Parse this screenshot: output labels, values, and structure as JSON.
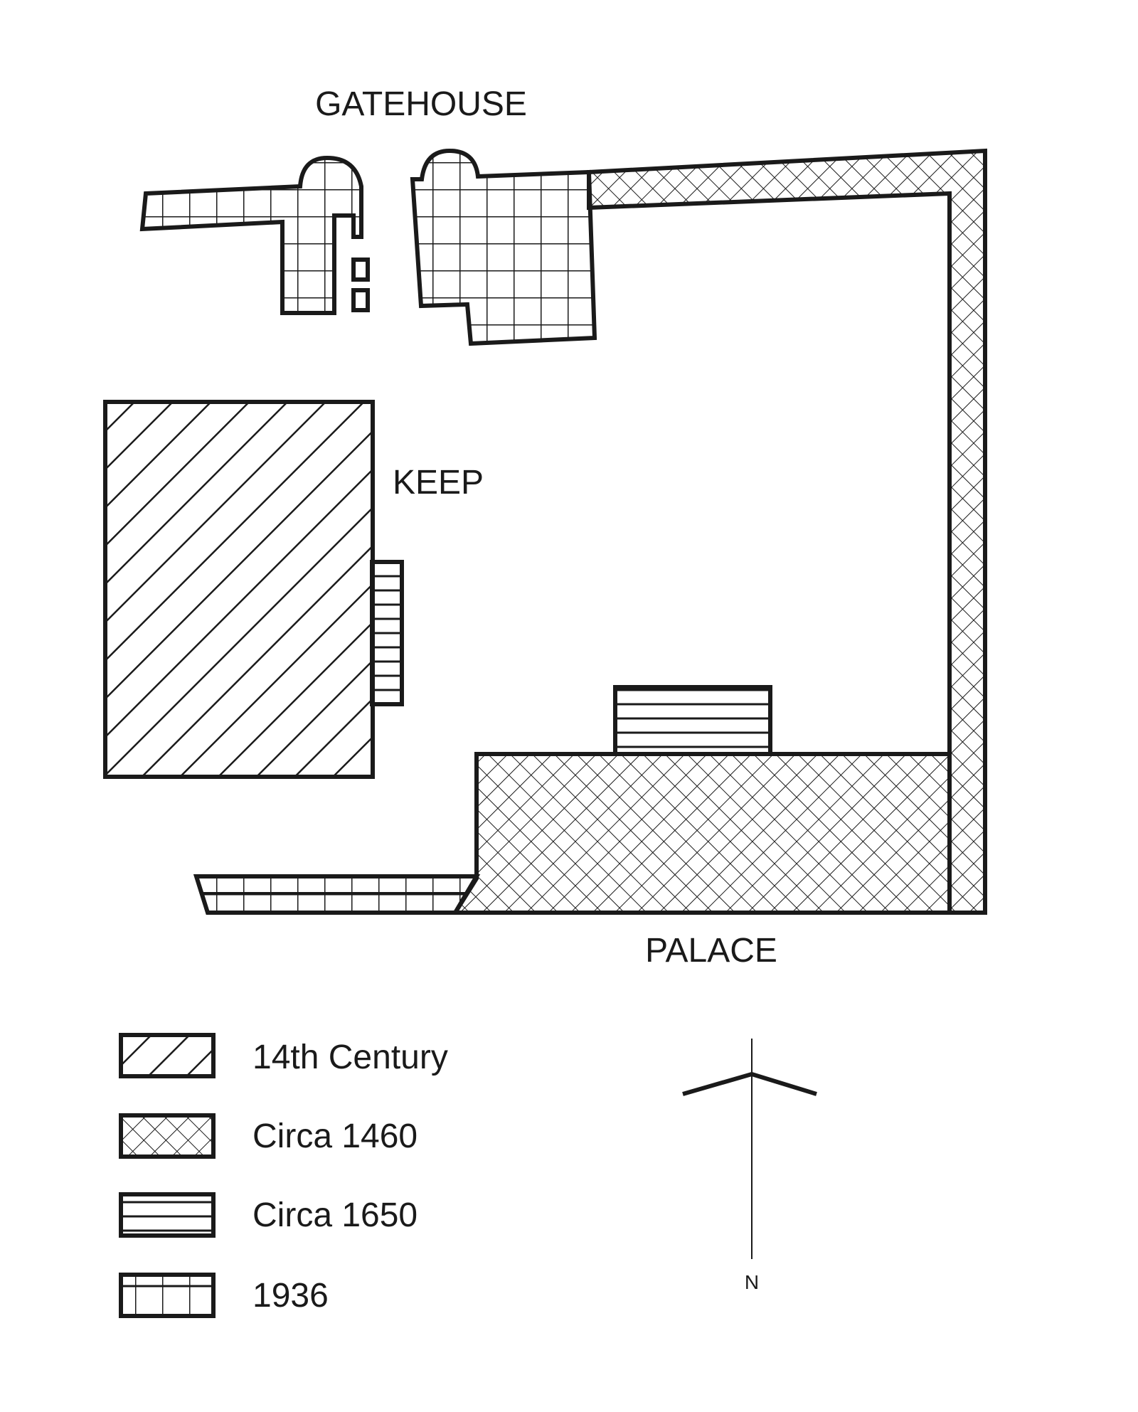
{
  "plan": {
    "areas": {
      "gatehouse": "GATEHOUSE",
      "keep": "KEEP",
      "palace": "PALACE"
    },
    "legend": [
      {
        "pattern": "diagonal-hatch",
        "label": "14th Century"
      },
      {
        "pattern": "cross-hatch",
        "label": "Circa 1460"
      },
      {
        "pattern": "horizontal-lines",
        "label": "Circa 1650"
      },
      {
        "pattern": "grid",
        "label": "1936"
      }
    ],
    "north_arrow": {
      "label": "N"
    },
    "colors": {
      "ink": "#1a1a1a",
      "paper": "#ffffff"
    }
  }
}
